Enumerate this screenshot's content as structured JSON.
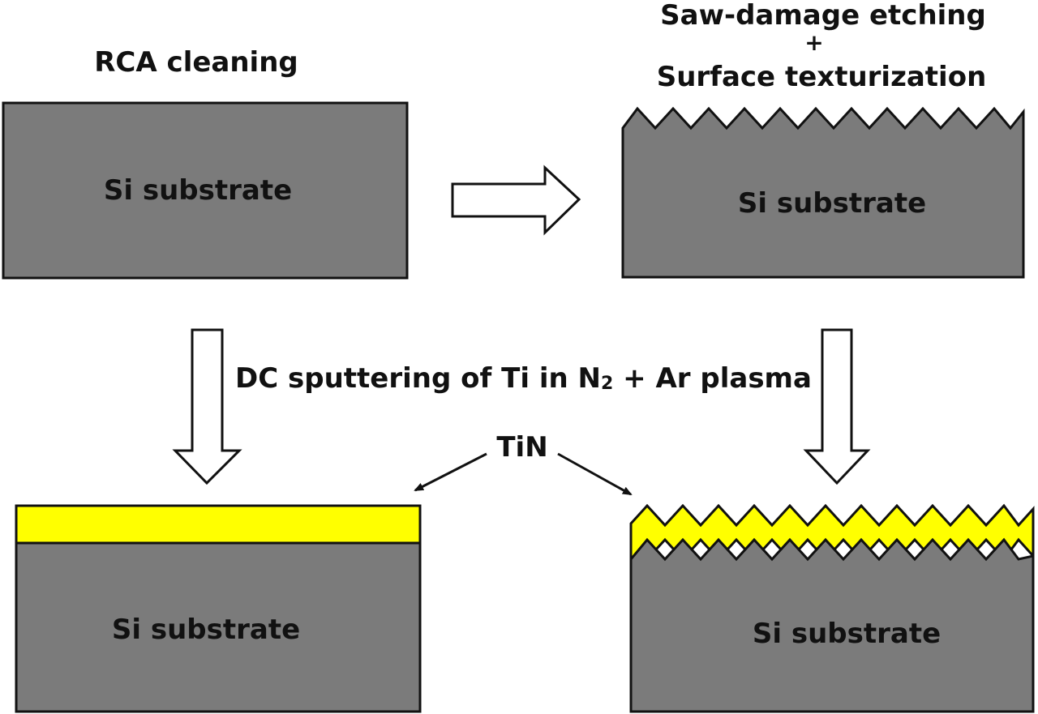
{
  "labels": {
    "rca": "RCA cleaning",
    "saw_line1": "Saw-damage etching",
    "saw_plus": "+",
    "saw_line2": "Surface texturization",
    "dc_prefix": "DC sputtering of Ti in N",
    "dc_sub": "2",
    "dc_suffix": " + Ar plasma",
    "tin": "TiN",
    "substrate_tl": "Si substrate",
    "substrate_tr": "Si substrate",
    "substrate_bl": "Si substrate",
    "substrate_br": "Si substrate"
  },
  "colors": {
    "substrate": "#7b7b7b",
    "tin_layer": "#ffff00",
    "outline": "#111111",
    "arrow_fill": "#ffffff"
  }
}
